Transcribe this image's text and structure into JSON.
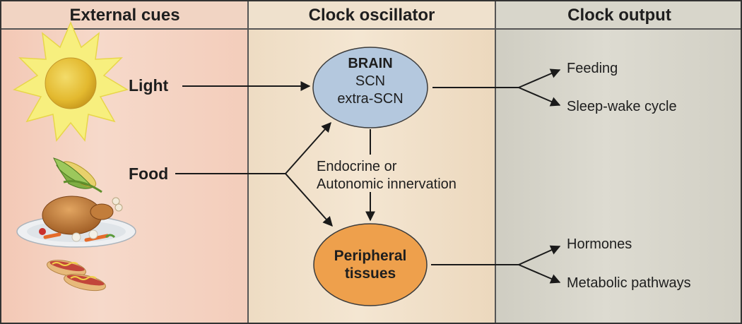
{
  "columns": {
    "external": "External cues",
    "oscillator": "Clock oscillator",
    "output": "Clock output"
  },
  "cues": {
    "light": "Light",
    "food": "Food"
  },
  "brain": {
    "title": "BRAIN",
    "line1": "SCN",
    "line2": "extra-SCN"
  },
  "pathway": {
    "line1": "Endocrine or",
    "line2": "Autonomic innervation"
  },
  "peripheral": {
    "line1": "Peripheral",
    "line2": "tissues"
  },
  "outputs": {
    "feeding": "Feeding",
    "sleep": "Sleep-wake cycle",
    "hormones": "Hormones",
    "metabolic": "Metabolic pathways"
  },
  "colors": {
    "brain_fill": "#b4c8de",
    "peripheral_fill": "#eea04c",
    "sun_fill": "#e9c43b",
    "sun_rays": "#f5ea6a"
  },
  "icons": [
    "sun-icon",
    "corn-icon",
    "roast-turkey-icon",
    "hotdog-icon"
  ]
}
